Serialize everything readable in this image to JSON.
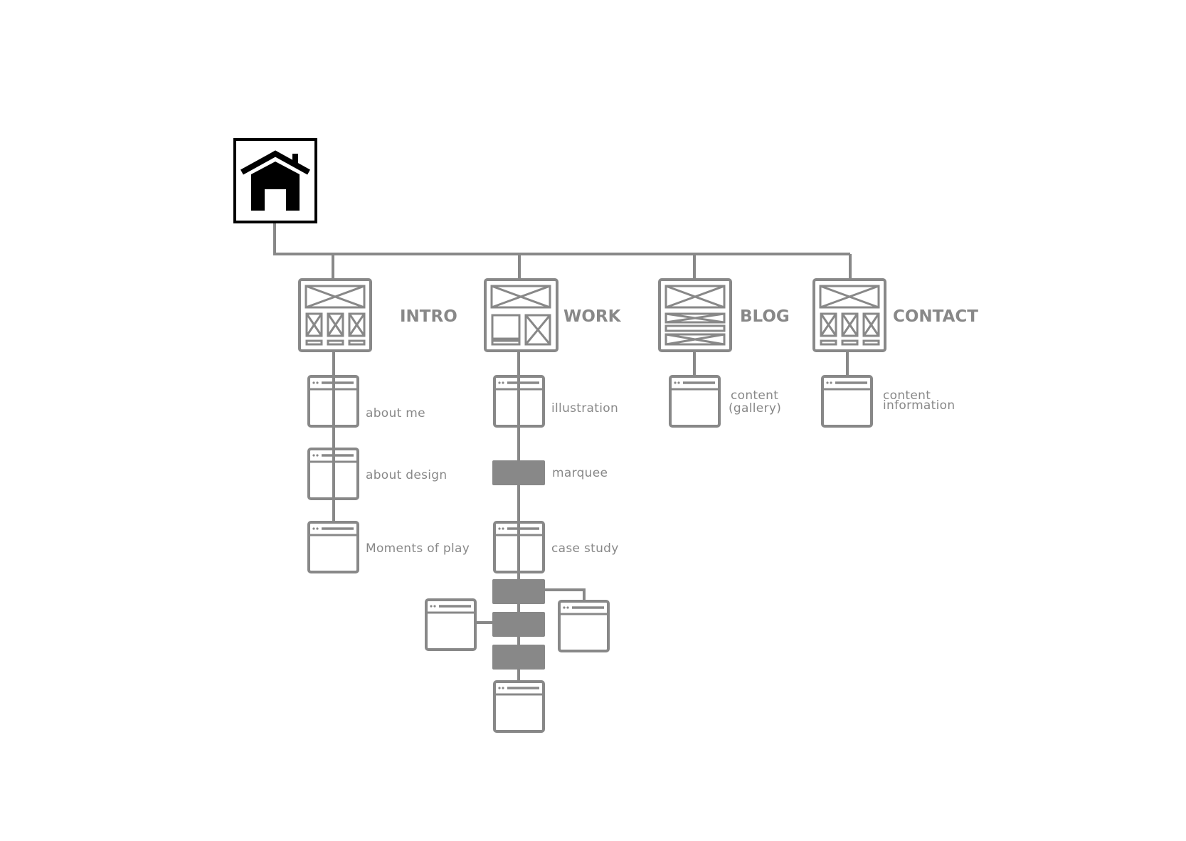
{
  "root": {
    "icon": "home-icon"
  },
  "sections": [
    {
      "id": "intro",
      "title": "INTRO",
      "pages": [
        "about me",
        "about design",
        "Moments of play"
      ]
    },
    {
      "id": "work",
      "title": "WORK",
      "pages": [
        "illustration",
        "marquee",
        "case study"
      ]
    },
    {
      "id": "blog",
      "title": "BLOG",
      "pages": [
        [
          "content",
          "(gallery)"
        ]
      ]
    },
    {
      "id": "contact",
      "title": "CONTACT",
      "pages": [
        [
          "content",
          "information"
        ]
      ]
    }
  ],
  "colors": {
    "line": "#888888",
    "home": "#000000",
    "background": "#ffffff"
  }
}
